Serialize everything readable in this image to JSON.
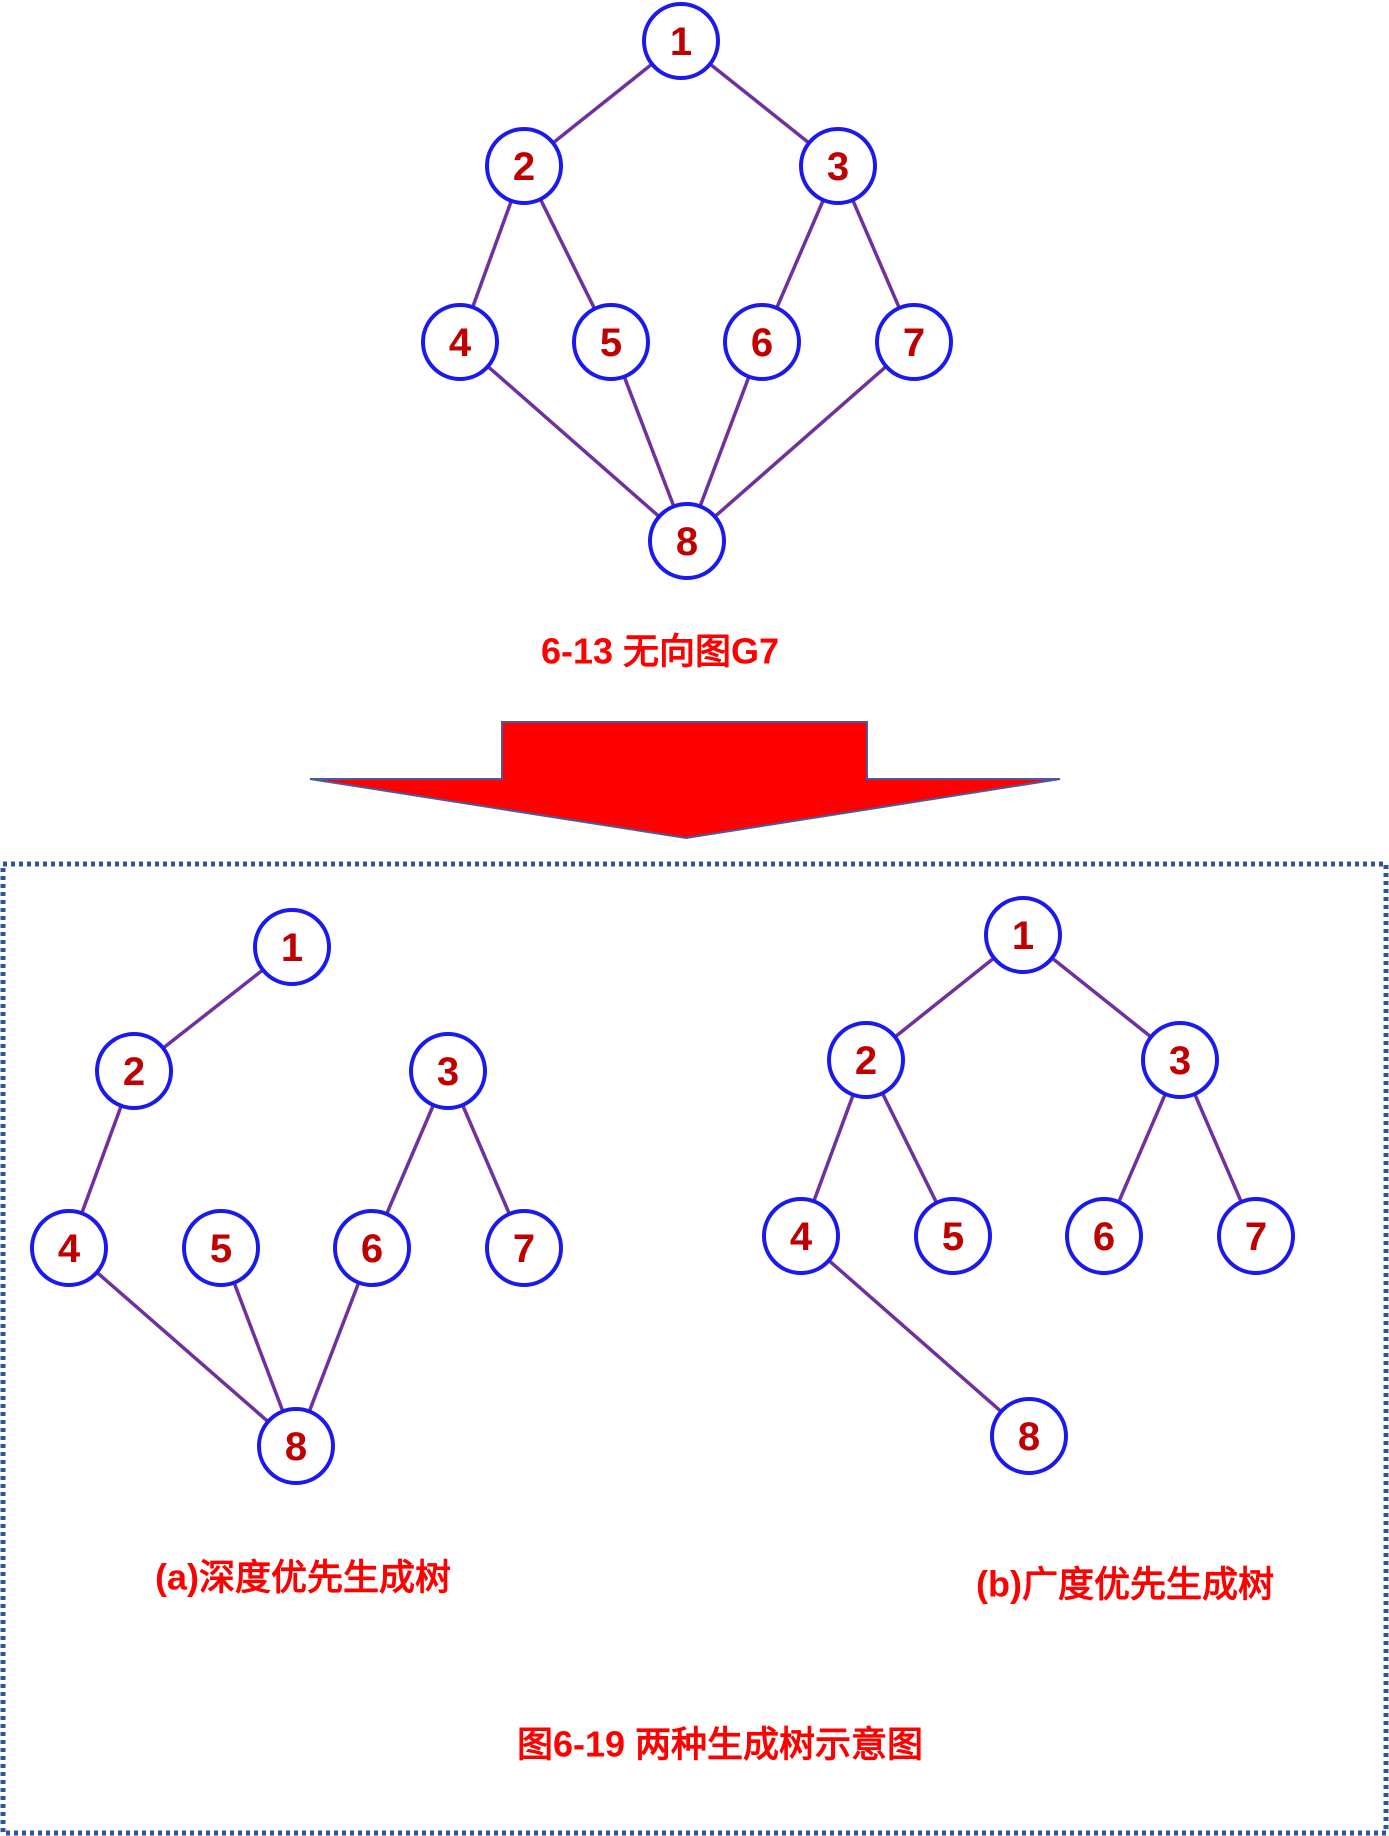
{
  "colors": {
    "node_stroke": "#1a1aee",
    "node_label": "#c00000",
    "edge": "#7030a0",
    "caption": "#ff0000",
    "arrow_fill": "#ff0000",
    "arrow_stroke": "#4a5aa0",
    "frame_dots": "#2e5596"
  },
  "graph_g7": {
    "caption": "6-13 无向图G7",
    "nodes": [
      "1",
      "2",
      "3",
      "4",
      "5",
      "6",
      "7",
      "8"
    ],
    "edges": [
      [
        "1",
        "2"
      ],
      [
        "1",
        "3"
      ],
      [
        "2",
        "4"
      ],
      [
        "2",
        "5"
      ],
      [
        "3",
        "6"
      ],
      [
        "3",
        "7"
      ],
      [
        "4",
        "8"
      ],
      [
        "5",
        "8"
      ],
      [
        "6",
        "8"
      ],
      [
        "7",
        "8"
      ]
    ]
  },
  "dfs_tree": {
    "caption": "(a)深度优先生成树",
    "nodes": [
      "1",
      "2",
      "3",
      "4",
      "5",
      "6",
      "7",
      "8"
    ],
    "edges": [
      [
        "1",
        "2"
      ],
      [
        "2",
        "4"
      ],
      [
        "4",
        "8"
      ],
      [
        "8",
        "5"
      ],
      [
        "8",
        "6"
      ],
      [
        "6",
        "3"
      ],
      [
        "3",
        "7"
      ]
    ]
  },
  "bfs_tree": {
    "caption": "(b)广度优先生成树",
    "nodes": [
      "1",
      "2",
      "3",
      "4",
      "5",
      "6",
      "7",
      "8"
    ],
    "edges": [
      [
        "1",
        "2"
      ],
      [
        "1",
        "3"
      ],
      [
        "2",
        "4"
      ],
      [
        "2",
        "5"
      ],
      [
        "3",
        "6"
      ],
      [
        "3",
        "7"
      ],
      [
        "4",
        "8"
      ]
    ]
  },
  "figure_caption": "图6-19 两种生成树示意图",
  "arrow_icon": "down-arrow-icon"
}
